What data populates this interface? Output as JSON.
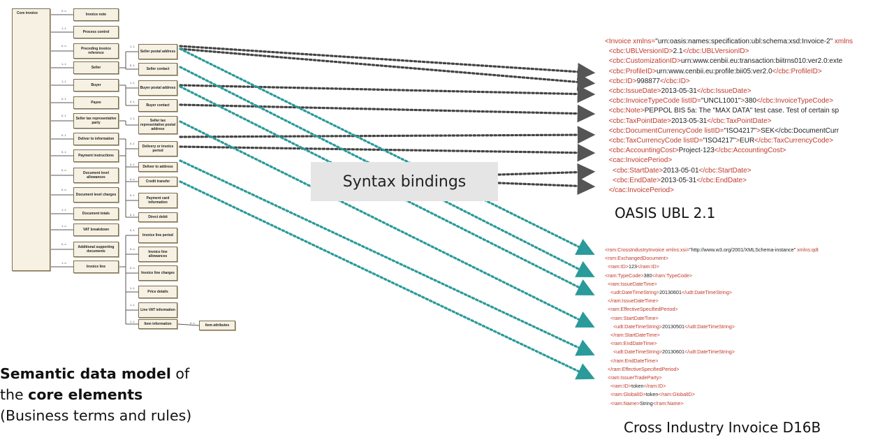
{
  "model": {
    "root": "Core invoice",
    "level1": [
      {
        "label": "Invoice note",
        "mult": "0..n"
      },
      {
        "label": "Process control",
        "mult": "1..1"
      },
      {
        "label": "Preceding invoice reference",
        "mult": "0..n"
      },
      {
        "label": "Seller",
        "mult": "1..1"
      },
      {
        "label": "Buyer",
        "mult": "1..1"
      },
      {
        "label": "Payee",
        "mult": "0..1"
      },
      {
        "label": "Seller tax representative party",
        "mult": "0..1"
      },
      {
        "label": "Deliver to information",
        "mult": "0..1"
      },
      {
        "label": "Payment instructions",
        "mult": "0..1"
      },
      {
        "label": "Document level allowances",
        "mult": "0..n"
      },
      {
        "label": "Document level charges",
        "mult": "0..n"
      },
      {
        "label": "Document totals",
        "mult": "1..1"
      },
      {
        "label": "VAT breakdown",
        "mult": "1..n"
      },
      {
        "label": "Additional supporting documents",
        "mult": "0..n"
      },
      {
        "label": "Invoice line",
        "mult": "1..n"
      }
    ],
    "level2": [
      {
        "label": "Seller postal address",
        "mult": "1..1"
      },
      {
        "label": "Seller contact",
        "mult": "0..1"
      },
      {
        "label": "Buyer postal address",
        "mult": "1..1"
      },
      {
        "label": "Buyer contact",
        "mult": "0..1"
      },
      {
        "label": "Seller tax representative postal address",
        "mult": "1..1"
      },
      {
        "label": "Delivery or invoice period",
        "mult": "0..1"
      },
      {
        "label": "Deliver to address",
        "mult": "0..1"
      },
      {
        "label": "Credit transfer",
        "mult": "0..n"
      },
      {
        "label": "Payment card information",
        "mult": "0..1"
      },
      {
        "label": "Direct debit",
        "mult": "0..1"
      },
      {
        "label": "Invoice line period",
        "mult": "0..1"
      },
      {
        "label": "Invoice line allowances",
        "mult": "0..n"
      },
      {
        "label": "Invoice line charges",
        "mult": "0..n"
      },
      {
        "label": "Price details",
        "mult": "1..1"
      },
      {
        "label": "Line VAT information",
        "mult": "1..1"
      },
      {
        "label": "Item information",
        "mult": "1..1"
      }
    ],
    "level3": [
      {
        "label": "Item attributes",
        "mult": "0..n"
      }
    ]
  },
  "syntax_label": "Syntax bindings",
  "captions": {
    "semantic_bold1": "Semantic data model",
    "semantic_rest1": " of",
    "semantic_line2_pre": "the ",
    "semantic_bold2": "core elements",
    "semantic_line3": "(Business terms and rules)",
    "oasis": "OASIS UBL 2.1",
    "cii": "Cross Industry Invoice D16B"
  },
  "ubl_lines": [
    "<Invoice xmlns=\"urn:oasis:names:specification:ubl:schema:xsd:Invoice-2\" xmlns",
    "  <cbc:UBLVersionID>2.1</cbc:UBLVersionID>",
    "  <cbc:CustomizationID>urn:www.cenbii.eu:transaction:biitrns010:ver2.0:exte",
    "  <cbc:ProfileID>urn:www.cenbii.eu:profile:bii05:ver2.0</cbc:ProfileID>",
    "  <cbc:ID>998877</cbc:ID>",
    "  <cbc:IssueDate>2013-05-31</cbc:IssueDate>",
    "  <cbc:InvoiceTypeCode listID=\"UNCL1001\">380</cbc:InvoiceTypeCode>",
    "  <cbc:Note>PEPPOL BIS 5a: The \"MAX DATA\" test case. Test of certain sp",
    "  <cbc:TaxPointDate>2013-05-31</cbc:TaxPointDate>",
    "  <cbc:DocumentCurrencyCode listID=\"ISO4217\">SEK</cbc:DocumentCurr",
    "  <cbc:TaxCurrencyCode listID=\"ISO4217\">EUR</cbc:TaxCurrencyCode>",
    "  <cbc:AccountingCost>Project-123</cbc:AccountingCost>",
    "  <cac:InvoicePeriod>",
    "    <cbc:StartDate>2013-05-01</cbc:StartDate>",
    "    <cbc:EndDate>2013-05-31</cbc:EndDate>",
    "  </cac:InvoicePeriod>"
  ],
  "cii_lines": [
    "<rsm:CrossIndustryInvoice xmlns:xsi=\"http://www.w3.org/2001/XMLSchema-instance\" xmlns:qdt",
    "<rsm:ExchangedDocument>",
    "  <ram:ID>123</ram:ID>",
    "<ram:TypeCode>380</ram:TypeCode>",
    "  <ram:IssueDateTime>",
    "    <udt:DateTimeString>20130601</udt:DateTimeString>",
    "  </ram:IssueDateTime>",
    "  <ram:EffectiveSpecifiedPeriod>",
    "    <ram:StartDateTime>",
    "      <udt:DateTimeString>20130501</udt:DateTimeString>",
    "    </ram:StartDateTime>",
    "    <ram:EndDateTime>",
    "      <udt:DateTimeString>20130601</udt:DateTimeString>",
    "    </ram:EndDateTime>",
    "  </ram:EffectiveSpecifiedPeriod>",
    "  <ram:IssuerTradeParty>",
    "    <ram:ID>token</ram:ID>",
    "    <ram:GlobalID>token</ram:GlobalID>",
    "    <ram:Name>String</ram:Name>"
  ],
  "colors": {
    "ubl_binding": "#444444",
    "cii_binding": "#2a9a9a",
    "box_fill": "#f6f1e2",
    "xml_tag": "#c0392b"
  }
}
